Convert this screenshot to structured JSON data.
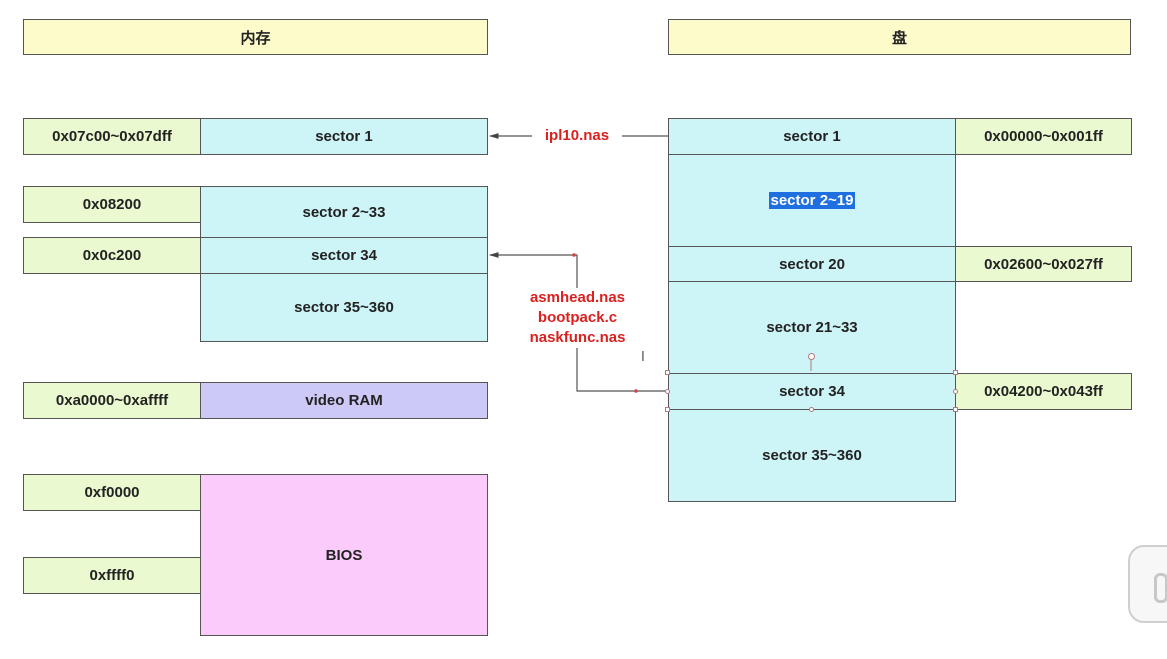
{
  "headers": {
    "memory": "内存",
    "disk": "盘"
  },
  "memory": {
    "sector1": {
      "addr": "0x07c00~0x07dff",
      "label": "sector 1"
    },
    "sector2_33": {
      "addr": "0x08200",
      "label": "sector 2~33"
    },
    "sector34": {
      "addr": "0x0c200",
      "label": "sector 34"
    },
    "sector35_360": {
      "label": "sector 35~360"
    },
    "vram": {
      "addr": "0xa0000~0xaffff",
      "label": "video RAM"
    },
    "bios": {
      "addr_start": "0xf0000",
      "addr_end": "0xffff0",
      "label": "BIOS"
    }
  },
  "disk": {
    "sector1": {
      "label": "sector 1",
      "addr": "0x00000~0x001ff"
    },
    "sector2_19": {
      "label": "sector 2~19"
    },
    "sector20": {
      "label": "sector 20",
      "addr": "0x02600~0x027ff"
    },
    "sector21_33": {
      "label": "sector 21~33"
    },
    "sector34": {
      "label": "sector 34",
      "addr": "0x04200~0x043ff"
    },
    "sector35_360": {
      "label": "sector 35~360"
    }
  },
  "arrows": {
    "ipl": "ipl10.nas",
    "files": [
      "asmhead.nas",
      "bootpack.c",
      "naskfunc.nas"
    ]
  },
  "colors": {
    "header": "#fdfbc9",
    "address": "#eaf9cf",
    "sector": "#cdf4f7",
    "vram": "#cdc9f7",
    "bios": "#fbcbfb",
    "label_red": "#d9211f",
    "selection": "#1f6fe0"
  },
  "cursor_glyph": "I"
}
